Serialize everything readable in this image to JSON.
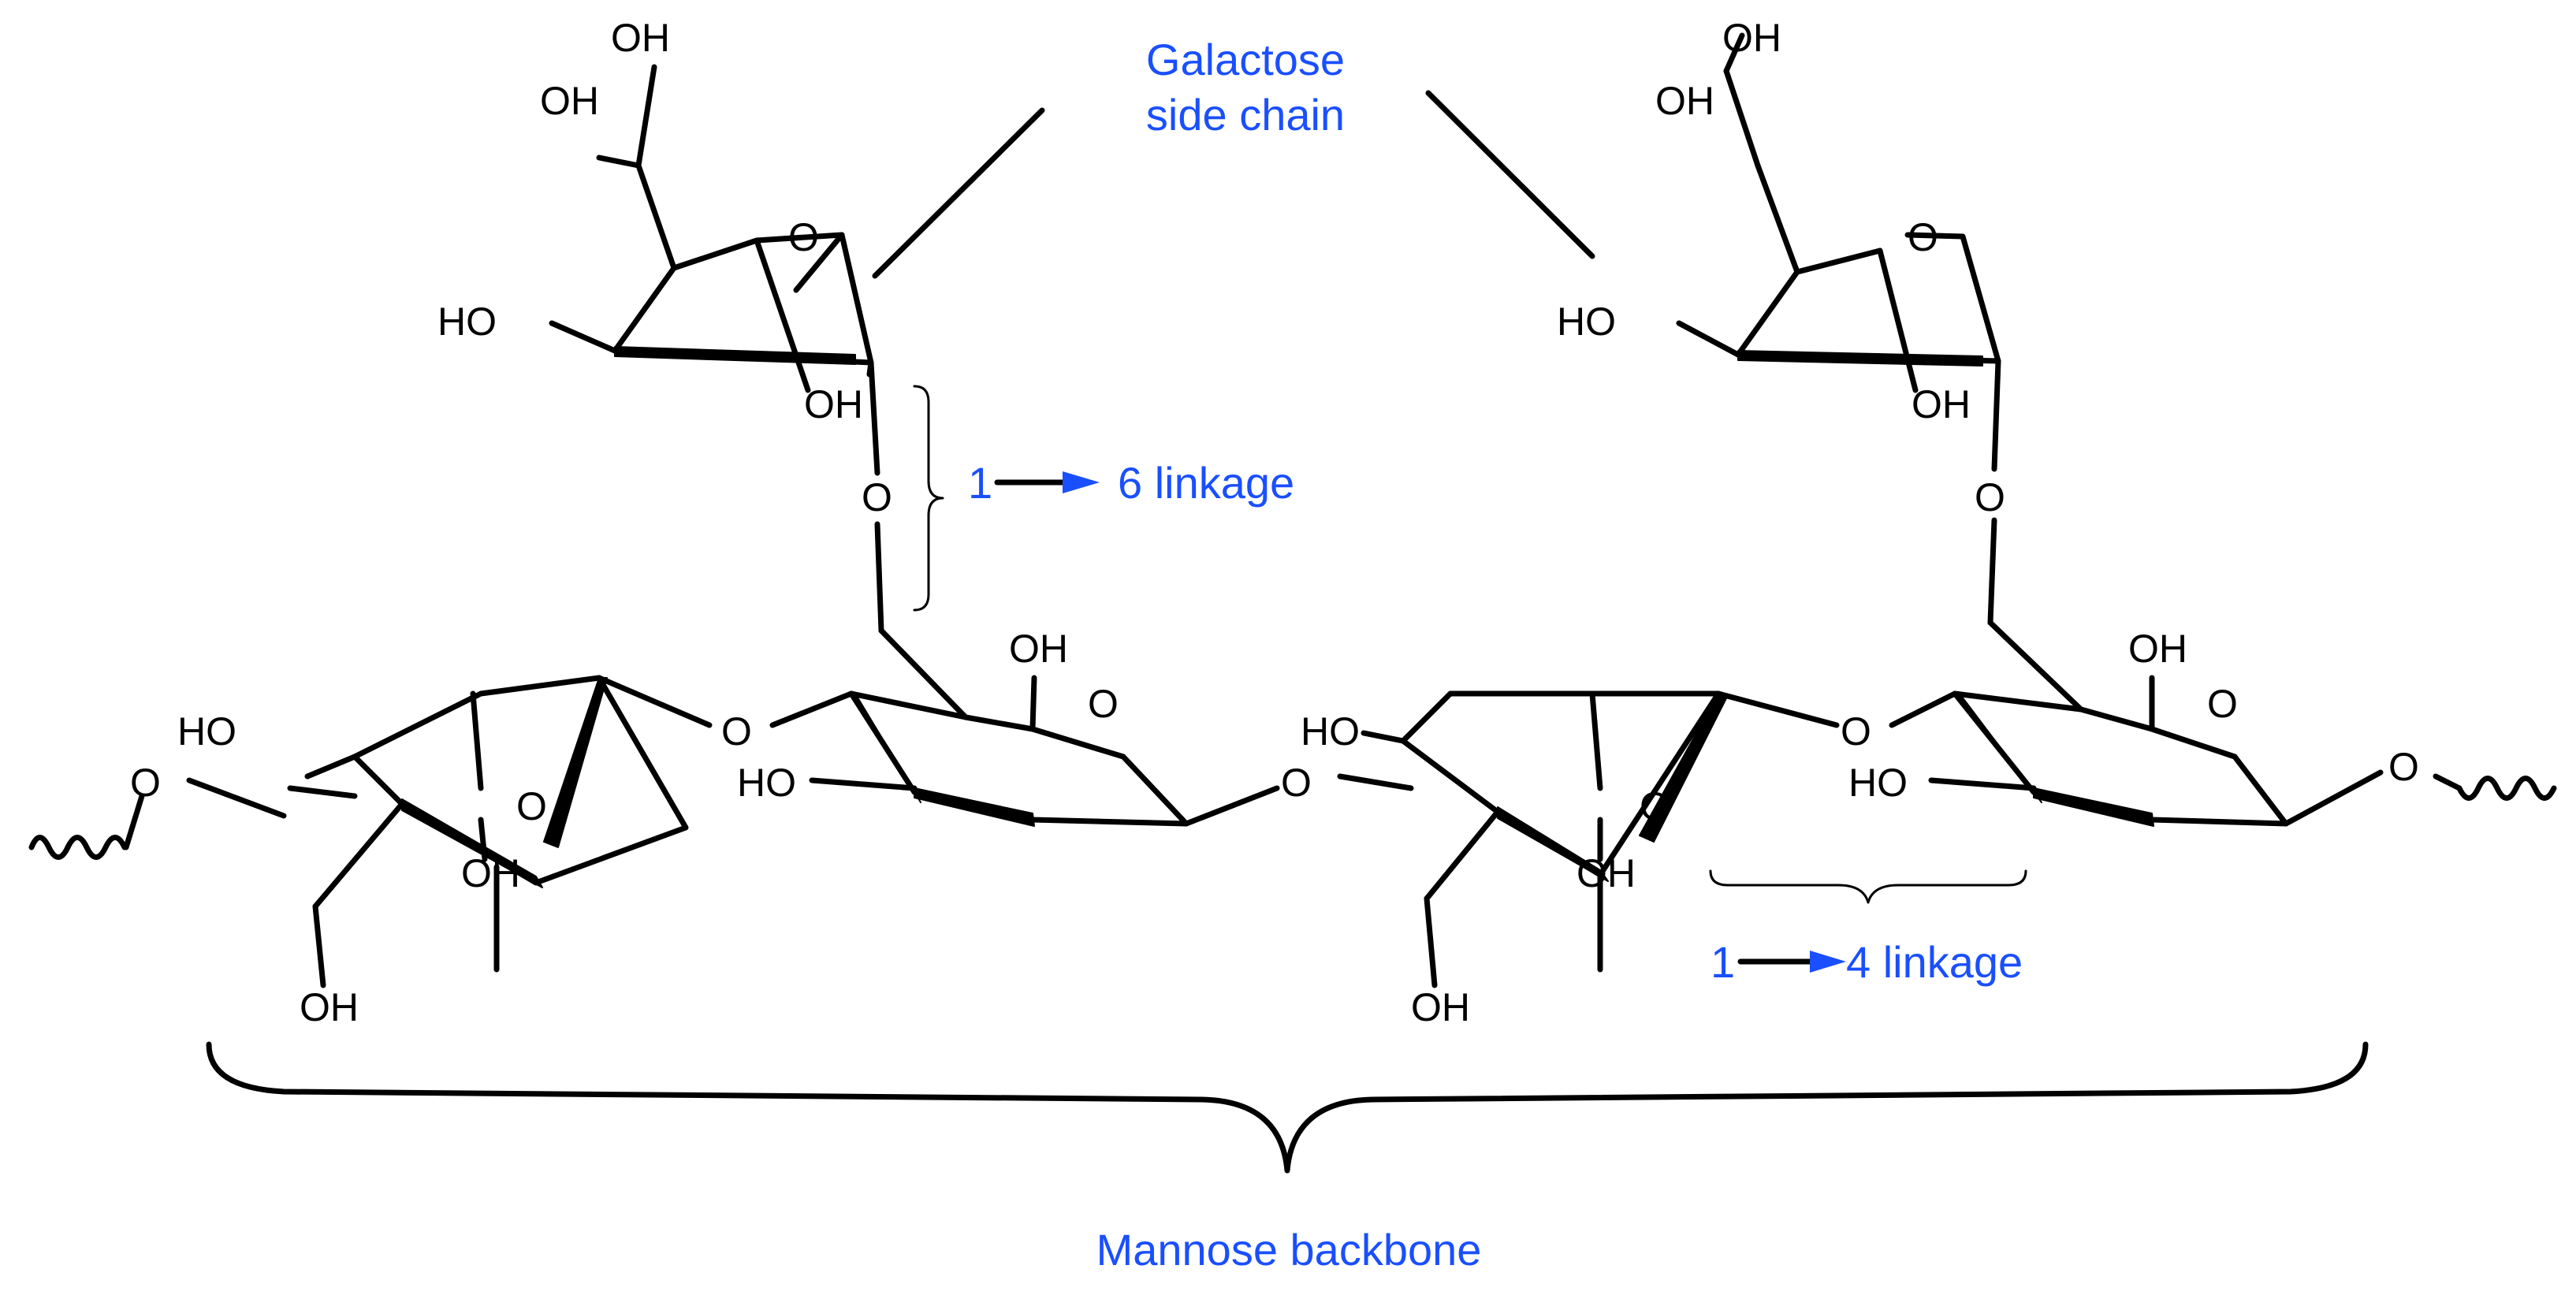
{
  "labels": {
    "side_chain_line1": "Galactose",
    "side_chain_line2": "side chain",
    "link16_from": "1",
    "link16_rest": "6 linkage",
    "link14_from": "1",
    "link14_rest": "4 linkage",
    "backbone": "Mannose backbone"
  },
  "atoms": {
    "oh": "OH",
    "ho": "HO",
    "o": "O"
  },
  "colors": {
    "label_blue": "#1a4fff",
    "bond": "#000000"
  }
}
